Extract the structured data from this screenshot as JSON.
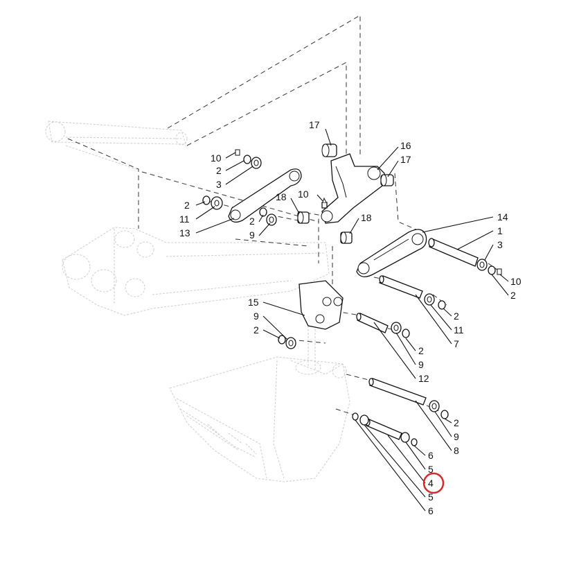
{
  "diagram": {
    "callouts": [
      {
        "id": "c17a",
        "label": "17"
      },
      {
        "id": "c16",
        "label": "16"
      },
      {
        "id": "c17b",
        "label": "17"
      },
      {
        "id": "c10a",
        "label": "10"
      },
      {
        "id": "c2a",
        "label": "2"
      },
      {
        "id": "c3a",
        "label": "3"
      },
      {
        "id": "c2b",
        "label": "2"
      },
      {
        "id": "c11a",
        "label": "11"
      },
      {
        "id": "c13",
        "label": "13"
      },
      {
        "id": "c18a",
        "label": "18"
      },
      {
        "id": "c10b",
        "label": "10"
      },
      {
        "id": "c2c",
        "label": "2"
      },
      {
        "id": "c9a",
        "label": "9"
      },
      {
        "id": "c18b",
        "label": "18"
      },
      {
        "id": "c14",
        "label": "14"
      },
      {
        "id": "c1",
        "label": "1"
      },
      {
        "id": "c3b",
        "label": "3"
      },
      {
        "id": "c10c",
        "label": "10"
      },
      {
        "id": "c2d",
        "label": "2"
      },
      {
        "id": "c2e",
        "label": "2"
      },
      {
        "id": "c11b",
        "label": "11"
      },
      {
        "id": "c7",
        "label": "7"
      },
      {
        "id": "c15",
        "label": "15"
      },
      {
        "id": "c9b",
        "label": "9"
      },
      {
        "id": "c2f",
        "label": "2"
      },
      {
        "id": "c2g",
        "label": "2"
      },
      {
        "id": "c9c",
        "label": "9"
      },
      {
        "id": "c12",
        "label": "12"
      },
      {
        "id": "c2h",
        "label": "2"
      },
      {
        "id": "c9d",
        "label": "9"
      },
      {
        "id": "c8",
        "label": "8"
      },
      {
        "id": "c6a",
        "label": "6"
      },
      {
        "id": "c5a",
        "label": "5"
      },
      {
        "id": "c4",
        "label": "4"
      },
      {
        "id": "c5b",
        "label": "5"
      },
      {
        "id": "c6b",
        "label": "6"
      }
    ],
    "highlight": {
      "callout": "4",
      "color": "#d62a2a"
    },
    "colors": {
      "line": "#111111",
      "ghost": "#d2d2d2",
      "background": "#ffffff"
    }
  }
}
